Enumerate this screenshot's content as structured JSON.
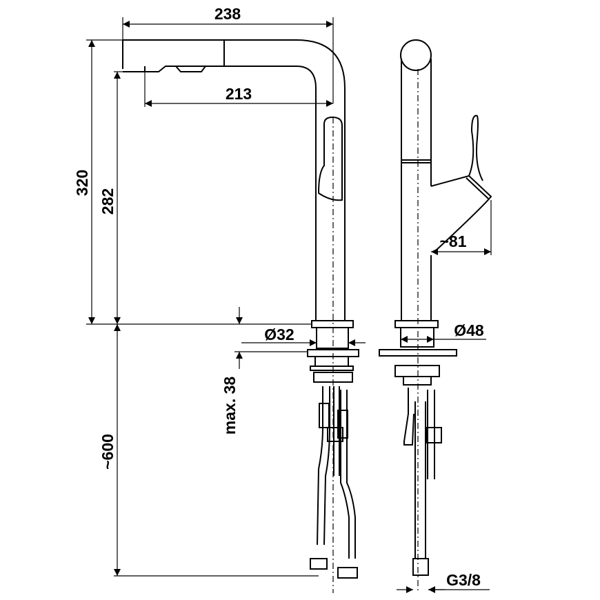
{
  "dimensions": {
    "spout_reach_total": "238",
    "spout_reach_outlet": "213",
    "total_height": "320",
    "outlet_height": "282",
    "hose_length": "~600",
    "max_deck_thickness": "max. 38",
    "base_diameter_front": "Ø32",
    "base_diameter_side": "Ø48",
    "handle_projection": "~81",
    "connection_thread": "G3/8"
  }
}
